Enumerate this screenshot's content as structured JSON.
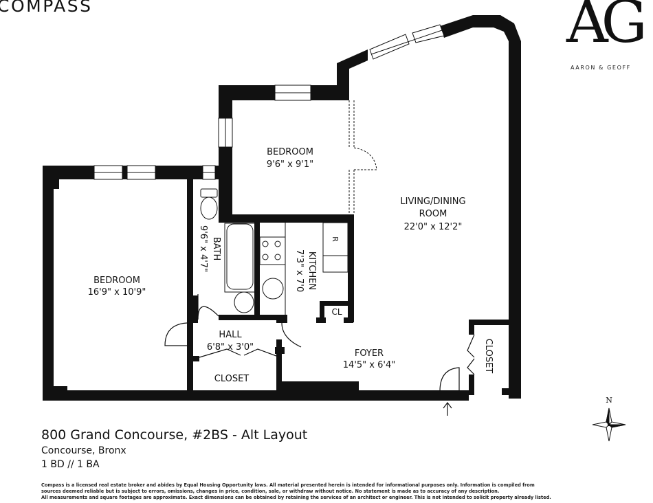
{
  "branding": {
    "brokerage": "COMPASS",
    "team_monogram": "AG",
    "team_name": "AARON & GEOFF"
  },
  "listing": {
    "title": "800 Grand Concourse, #2BS - Alt Layout",
    "neighborhood": "Concourse, Bronx",
    "beds_baths": "1 BD // 1 BA"
  },
  "rooms": [
    {
      "id": "bedroom-1",
      "name": "BEDROOM",
      "dims": "16'9\" x 10'9\""
    },
    {
      "id": "bedroom-2",
      "name": "BEDROOM",
      "dims": "9'6\" x 9'1\""
    },
    {
      "id": "bath",
      "name": "BATH",
      "dims": "9'6\" x 4'7\""
    },
    {
      "id": "kitchen",
      "name": "KITCHEN",
      "dims": "7'3\" x 7'0"
    },
    {
      "id": "living",
      "name": "LIVING/DINING",
      "name2": "ROOM",
      "dims": "22'0\" x 12'2\""
    },
    {
      "id": "hall",
      "name": "HALL",
      "dims": "6'8\" x 3'0\""
    },
    {
      "id": "foyer",
      "name": "FOYER",
      "dims": "14'5\" x 6'4\""
    },
    {
      "id": "hall-closet",
      "name": "CLOSET"
    },
    {
      "id": "foyer-closet",
      "name": "CLOSET"
    },
    {
      "id": "kitchen-closet",
      "name": "CL"
    }
  ],
  "fixtures": {
    "refrigerator": "R"
  },
  "compass_rose": {
    "north_label": "N"
  },
  "disclaimer": [
    "Compass is a licensed real estate broker and abides by Equal Housing Opportunity laws. All material presented herein is intended for informational purposes only. Information is compiled from",
    "sources deemed reliable but is subject to errors, omissions,  changes in price, condition, sale, or withdraw without notice. No statement is made as to accuracy of any description.",
    "All measurements and square footages are approximate. Exact dimensions can be obtained by retaining the services of an architect or engineer. This is not intended to solicit property already listed."
  ],
  "colors": {
    "wall": "#111111",
    "background": "#ffffff"
  }
}
